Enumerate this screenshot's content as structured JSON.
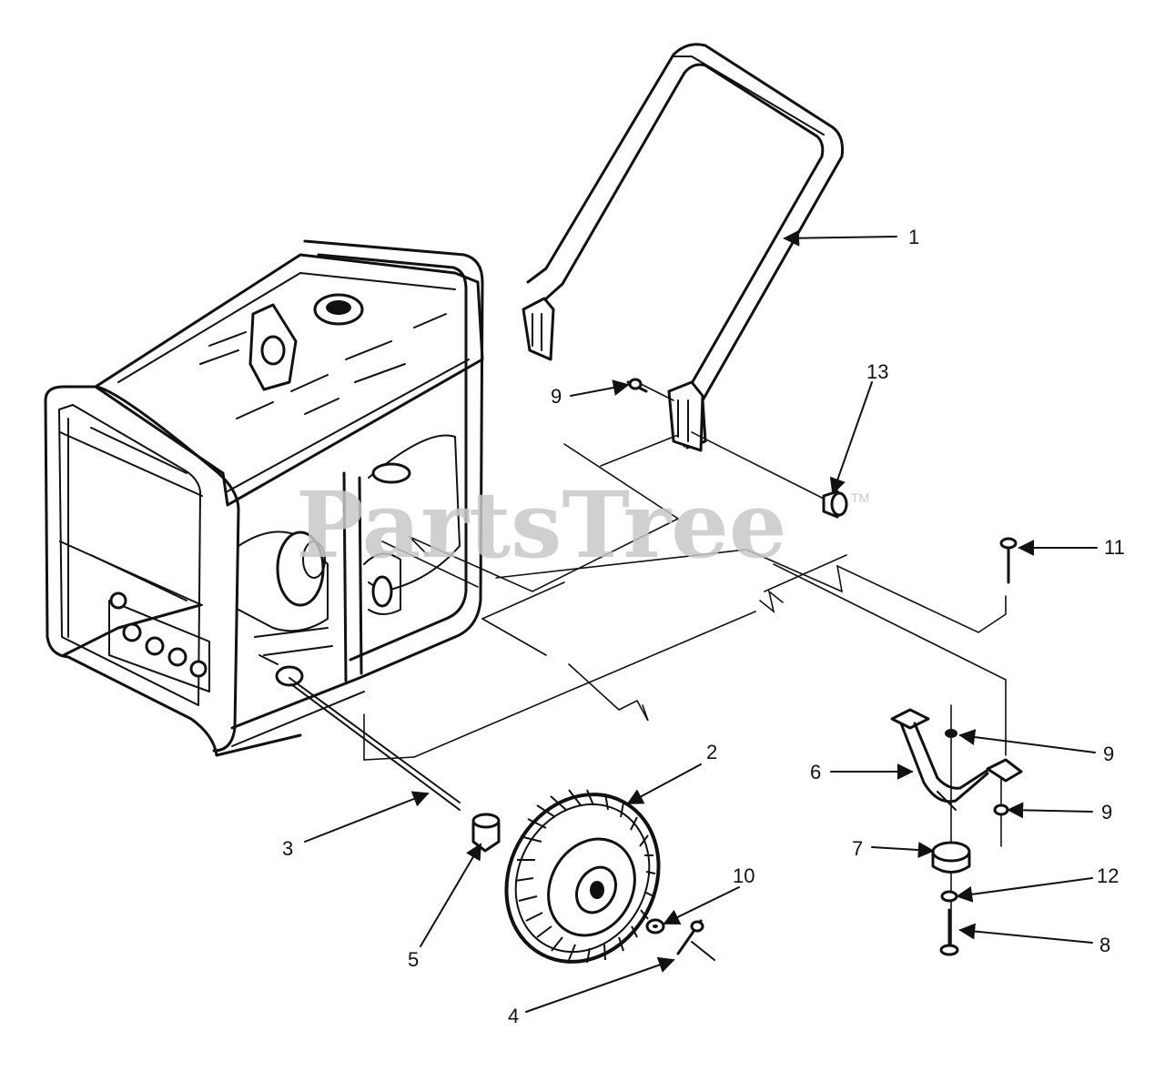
{
  "watermark": {
    "text": "PartsTree",
    "trademark": "TM"
  },
  "callouts": [
    {
      "id": "c1",
      "label": "1"
    },
    {
      "id": "c2",
      "label": "2"
    },
    {
      "id": "c3",
      "label": "3"
    },
    {
      "id": "c4",
      "label": "4"
    },
    {
      "id": "c5",
      "label": "5"
    },
    {
      "id": "c6",
      "label": "6"
    },
    {
      "id": "c7",
      "label": "7"
    },
    {
      "id": "c8",
      "label": "8"
    },
    {
      "id": "c9a",
      "label": "9"
    },
    {
      "id": "c9b",
      "label": "9"
    },
    {
      "id": "c9c",
      "label": "9"
    },
    {
      "id": "c10",
      "label": "10"
    },
    {
      "id": "c11",
      "label": "11"
    },
    {
      "id": "c12",
      "label": "12"
    },
    {
      "id": "c13",
      "label": "13"
    }
  ]
}
